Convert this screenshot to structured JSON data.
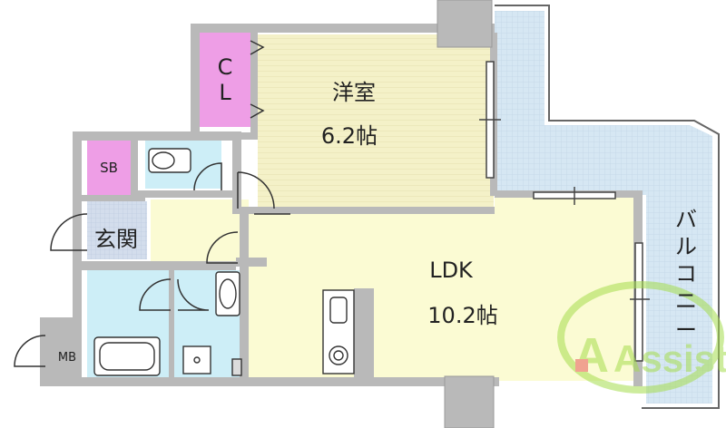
{
  "rooms": {
    "western_room": {
      "name": "洋室",
      "size": "6.2帖"
    },
    "ldk": {
      "name": "LDK",
      "size": "10.2帖"
    },
    "closet": {
      "line1": "C",
      "line2": "L"
    },
    "shoe_box": "SB",
    "entrance": "玄関",
    "meter_box": "MB",
    "balcony": [
      "バ",
      "ル",
      "コ",
      "ニ",
      "ー"
    ]
  },
  "watermark": {
    "text": "Assist"
  },
  "colors": {
    "wall": "#b9b9b9",
    "western_floor": "#f4f1c8",
    "ldk_floor": "#fbfbd3",
    "wet_area": "#cdeef7",
    "balcony": "#d6e7f3",
    "closet": "#ee9ee6",
    "tile": "#d3ddec",
    "watermark_green": "#a6dd4e",
    "watermark_red": "#e85a5a"
  }
}
